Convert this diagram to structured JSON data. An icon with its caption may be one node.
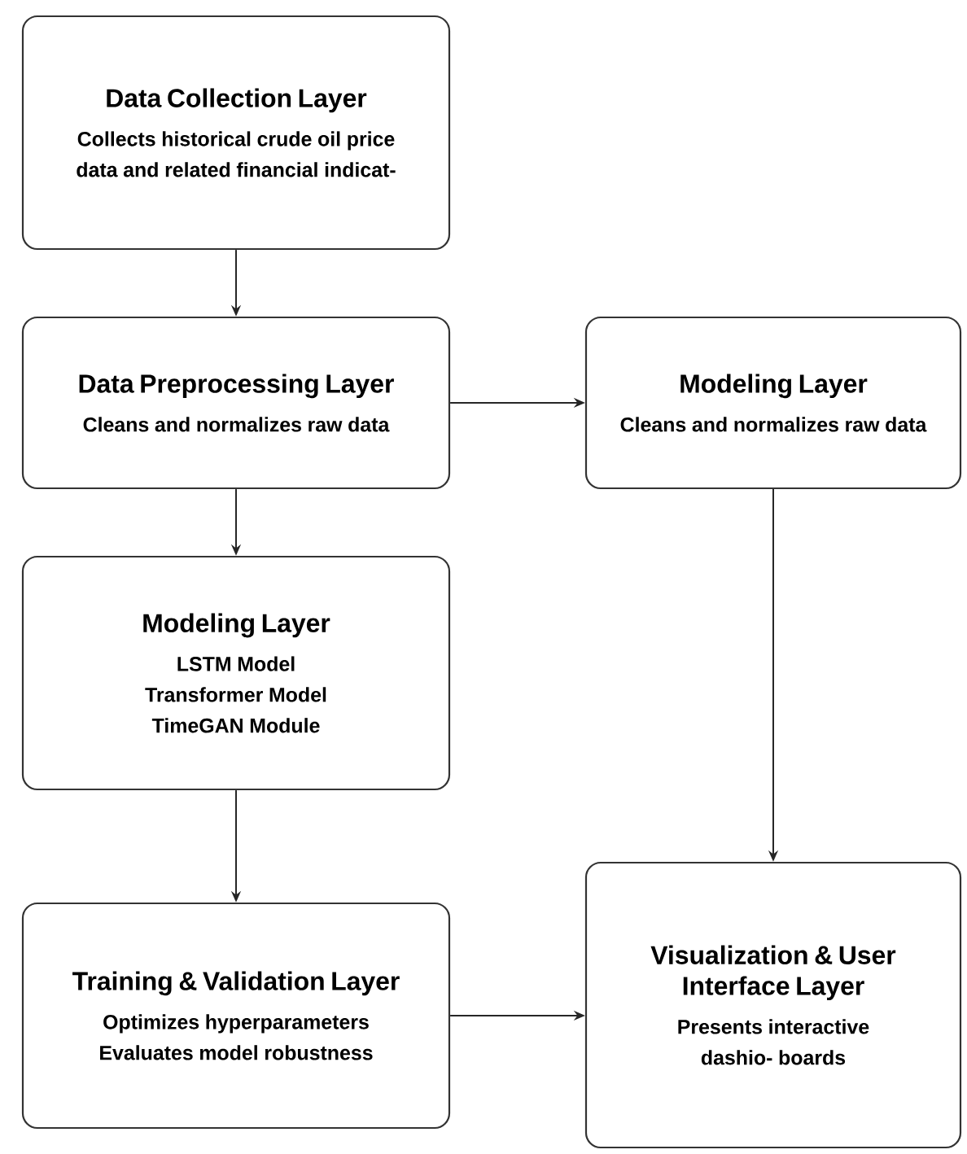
{
  "diagram": {
    "nodes": [
      {
        "text": [
          "Data Collection Layer",
          "Collects historical crude oil price data and related financial indicat-"
        ]
      },
      {
        "text": [
          "Data Preprocessing Layer",
          "Cleans and normalizes raw data"
        ]
      },
      {
        "text": [
          "Modeling Layer",
          "Cleans and normalizes raw data"
        ]
      },
      {
        "text": [
          "Modeling Layer",
          "LSTM Model",
          "Transformer Model",
          "TimeGAN Module"
        ]
      },
      {
        "text": [
          "Training & Validation Layer",
          "Optimizes hyperparameters",
          "Evaluates model robustness"
        ]
      },
      {
        "text": [
          "Visualization & User Interface Layer",
          "Presents interactive dashio- boards"
        ]
      }
    ],
    "edges": [
      {
        "from": 0,
        "to": 1,
        "arrow": "to"
      },
      {
        "from": 1,
        "to": 3,
        "arrow": "to"
      },
      {
        "from": 3,
        "to": 4,
        "arrow": "to"
      },
      {
        "from": 1,
        "to": 2,
        "arrow": "to"
      },
      {
        "from": 2,
        "to": 5,
        "arrow": "to"
      },
      {
        "from": 4,
        "to": 5,
        "arrow": "to"
      }
    ]
  }
}
